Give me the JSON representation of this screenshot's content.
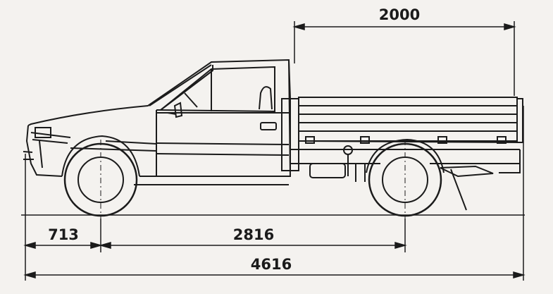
{
  "figure": {
    "colors": {
      "paper": "#f4f2ef",
      "ink": "#1b1b1b"
    },
    "dimensions": {
      "cargo_bed_length": "2000",
      "front_overhang": "713",
      "wheelbase": "2816",
      "overall_length": "4616"
    }
  }
}
